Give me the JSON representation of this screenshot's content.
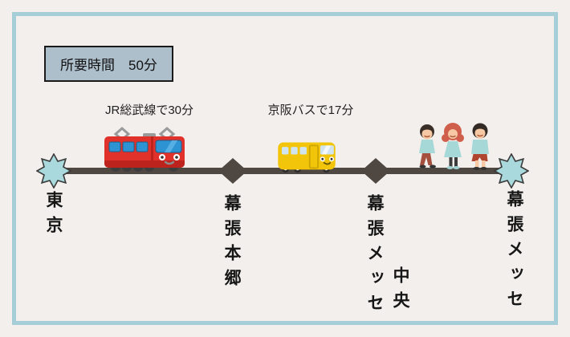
{
  "title_box": {
    "label": "所要時間　50分"
  },
  "route": {
    "stations": [
      {
        "name": "東京",
        "marker": "star"
      },
      {
        "name": "幕張本郷",
        "marker": "diamond"
      },
      {
        "name": "幕張メッセ",
        "name2": "中央",
        "marker": "diamond"
      },
      {
        "name": "幕張メッセ",
        "marker": "star"
      }
    ],
    "segments": [
      {
        "label": "JR総武線で30分",
        "icon": "red-train-icon"
      },
      {
        "label": "京阪バスで17分",
        "icon": "yellow-bus-icon"
      },
      {
        "label": "",
        "icon": "walking-people-icon"
      }
    ]
  },
  "colors": {
    "background": "#f2efec",
    "frame_border": "#a5ced8",
    "title_box_bg": "#aebfcc",
    "timeline": "#4f4742",
    "star_fill": "#a9d9dd",
    "train_red": "#e0312a",
    "bus_yellow": "#f3c50a",
    "people_shirt_blue": "#a7d8d8"
  }
}
